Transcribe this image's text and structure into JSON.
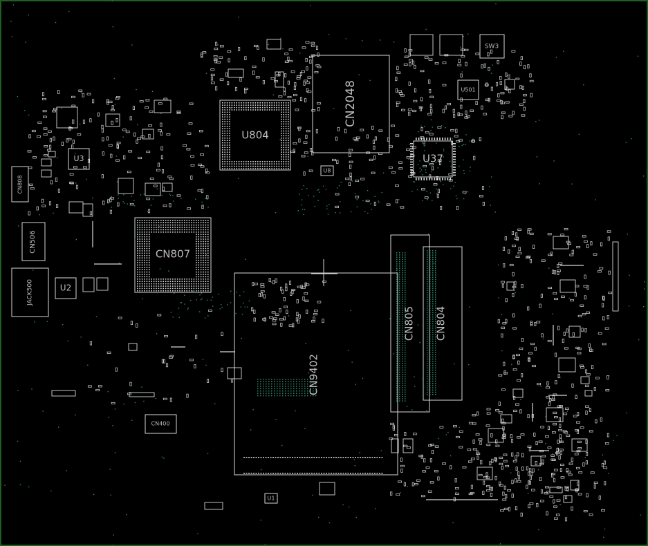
{
  "board": {
    "frame_color": "#1f5f1f",
    "outline_color": "#d8d8d8",
    "label_color": "#bdbdbd",
    "pad_color": "#2f8a6a",
    "background": "#000000"
  },
  "components": [
    {
      "id": "cn2048",
      "label": "CN2048",
      "type": "connector"
    },
    {
      "id": "u804",
      "label": "U804",
      "type": "bga"
    },
    {
      "id": "u37",
      "label": "U37",
      "type": "qfn"
    },
    {
      "id": "u3",
      "label": "U3",
      "type": "qfn"
    },
    {
      "id": "u2",
      "label": "U2",
      "type": "qfn"
    },
    {
      "id": "cn807",
      "label": "CN807",
      "type": "bga"
    },
    {
      "id": "cn805",
      "label": "CN805",
      "type": "connector"
    },
    {
      "id": "cn804",
      "label": "CN804",
      "type": "connector"
    },
    {
      "id": "cn9402",
      "label": "CN9402",
      "type": "connector"
    },
    {
      "id": "jack500",
      "label": "JACK500",
      "type": "jack"
    },
    {
      "id": "cn506",
      "label": "CN506",
      "type": "connector"
    },
    {
      "id": "cn808",
      "label": "CN808",
      "type": "connector"
    },
    {
      "id": "sw3",
      "label": "SW3",
      "type": "switch"
    },
    {
      "id": "u501",
      "label": "U501",
      "type": "qfn"
    },
    {
      "id": "u8",
      "label": "U8",
      "type": "small"
    },
    {
      "id": "cn400",
      "label": "CN400",
      "type": "connector"
    },
    {
      "id": "u1",
      "label": "U1",
      "type": "small"
    }
  ]
}
